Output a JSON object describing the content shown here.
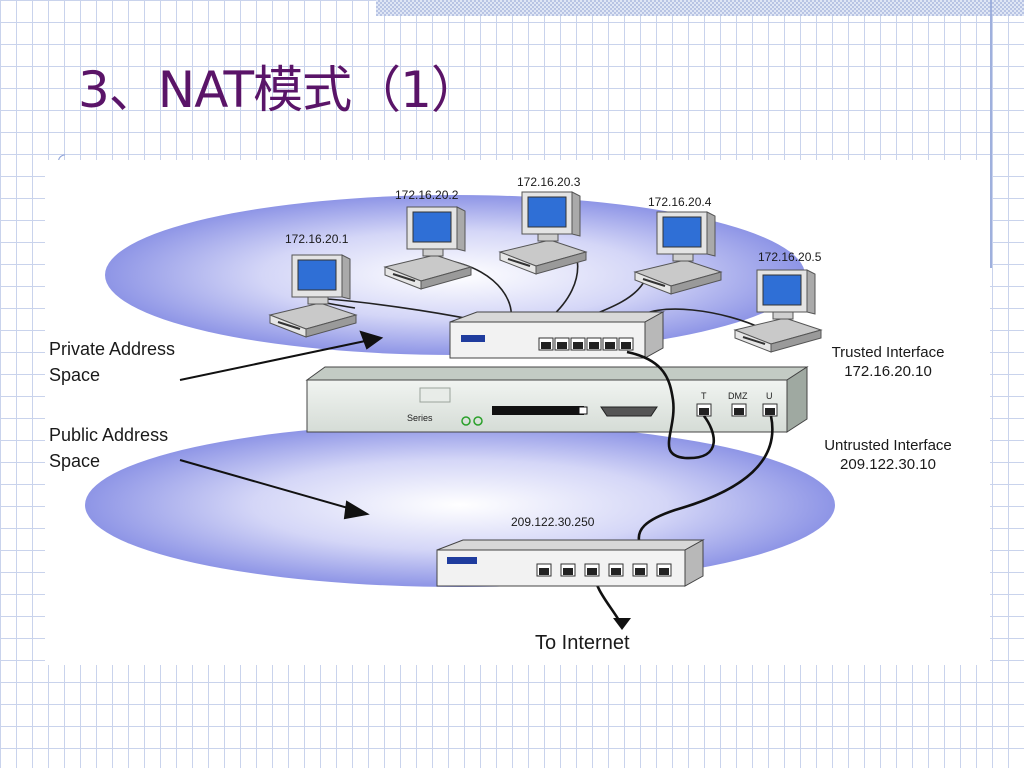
{
  "slide": {
    "title": "3、NAT模式（1）"
  },
  "diagram": {
    "hosts": [
      {
        "ip": "172.16.20.1"
      },
      {
        "ip": "172.16.20.2"
      },
      {
        "ip": "172.16.20.3"
      },
      {
        "ip": "172.16.20.4"
      },
      {
        "ip": "172.16.20.5"
      }
    ],
    "private_space": {
      "line1": "Private Address",
      "line2": "Space"
    },
    "public_space": {
      "line1": "Public Address",
      "line2": "Space"
    },
    "trusted_interface": {
      "label": "Trusted Interface",
      "ip": "172.16.20.10"
    },
    "untrusted_interface": {
      "label": "Untrusted Interface",
      "ip": "209.122.30.10"
    },
    "firewall": {
      "series_label": "Series",
      "port_t": "T",
      "port_dmz": "DMZ",
      "port_u": "U"
    },
    "public_router": {
      "ip": "209.122.30.250"
    },
    "internet": {
      "label": "To Internet"
    }
  },
  "colors": {
    "title": "#5a1468",
    "ellipse": "#8e95e6",
    "hub_stripe": "#1f3c9e",
    "screen": "#2f6fd6",
    "grid": "#c9d3ec"
  }
}
